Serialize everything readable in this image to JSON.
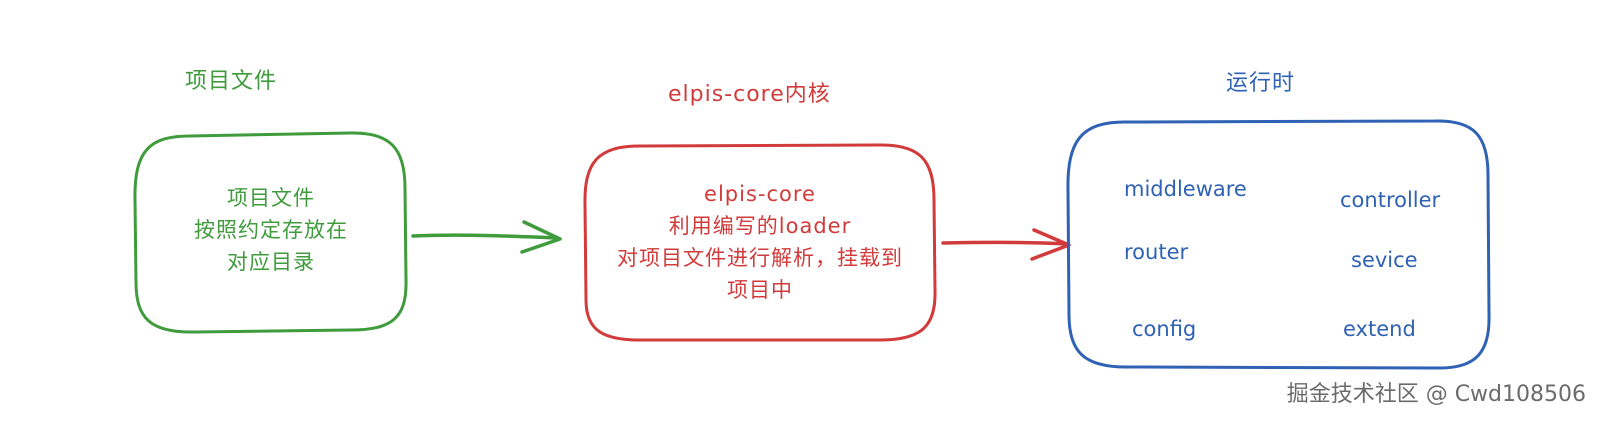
{
  "project": {
    "title": "项目文件",
    "box_lines": [
      "项目文件",
      "按照约定存放在",
      "对应目录"
    ],
    "color": "#3f9b3c"
  },
  "core": {
    "title": "elpis-core内核",
    "box_lines": [
      "elpis-core",
      "利用编写的loader",
      "对项目文件进行解析，挂载到",
      "项目中"
    ],
    "color": "#d23b3b"
  },
  "runtime": {
    "title": "运行时",
    "items": [
      "middleware",
      "controller",
      "router",
      "sevice",
      "config",
      "extend"
    ],
    "color": "#2f62b4"
  },
  "watermark": "掘金技术社区 @ Cwd108506"
}
